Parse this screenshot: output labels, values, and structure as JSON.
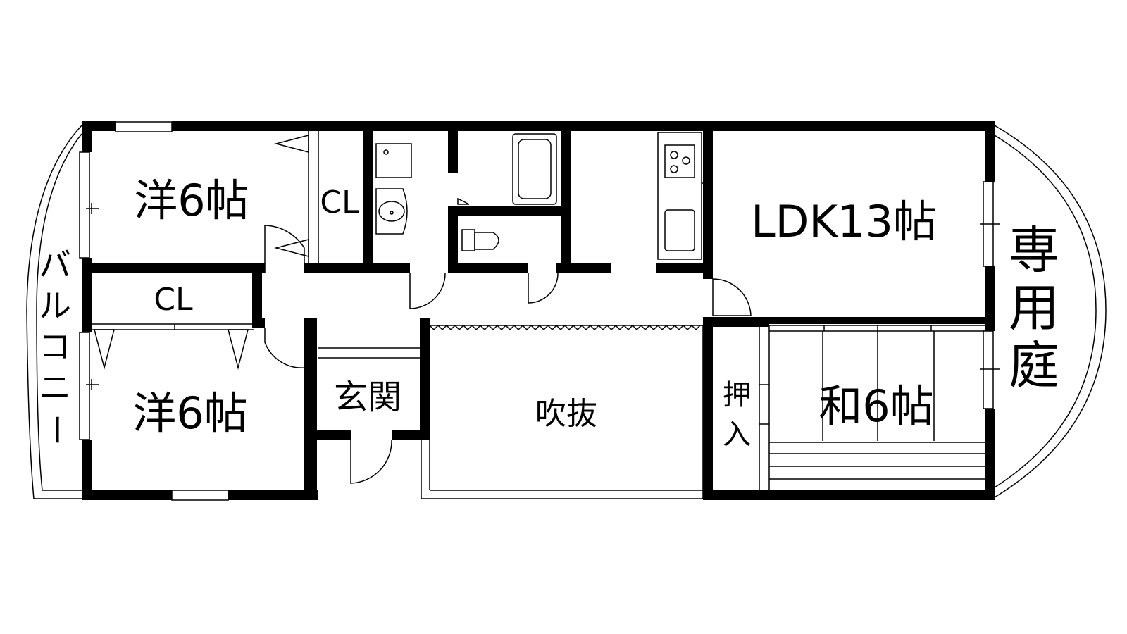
{
  "rooms": {
    "western_top": "洋6帖",
    "western_bottom": "洋6帖",
    "closet_top": "CL",
    "closet_mid": "CL",
    "ldk": "LDK13帖",
    "japanese": "和6帖",
    "entrance": "玄関",
    "atrium": "吹抜",
    "oshiire_1": "押",
    "oshiire_2": "入"
  },
  "exterior": {
    "balcony_chars": [
      "バ",
      "ル",
      "コ",
      "ニ",
      "ー"
    ],
    "garden_chars": [
      "専",
      "用",
      "庭"
    ]
  },
  "colors": {
    "wall": "#000000",
    "background": "#ffffff"
  },
  "icons": [
    "stove-icon",
    "kitchen-sink-icon",
    "washbasin-icon",
    "washing-machine-icon",
    "bathtub-icon",
    "toilet-icon"
  ]
}
